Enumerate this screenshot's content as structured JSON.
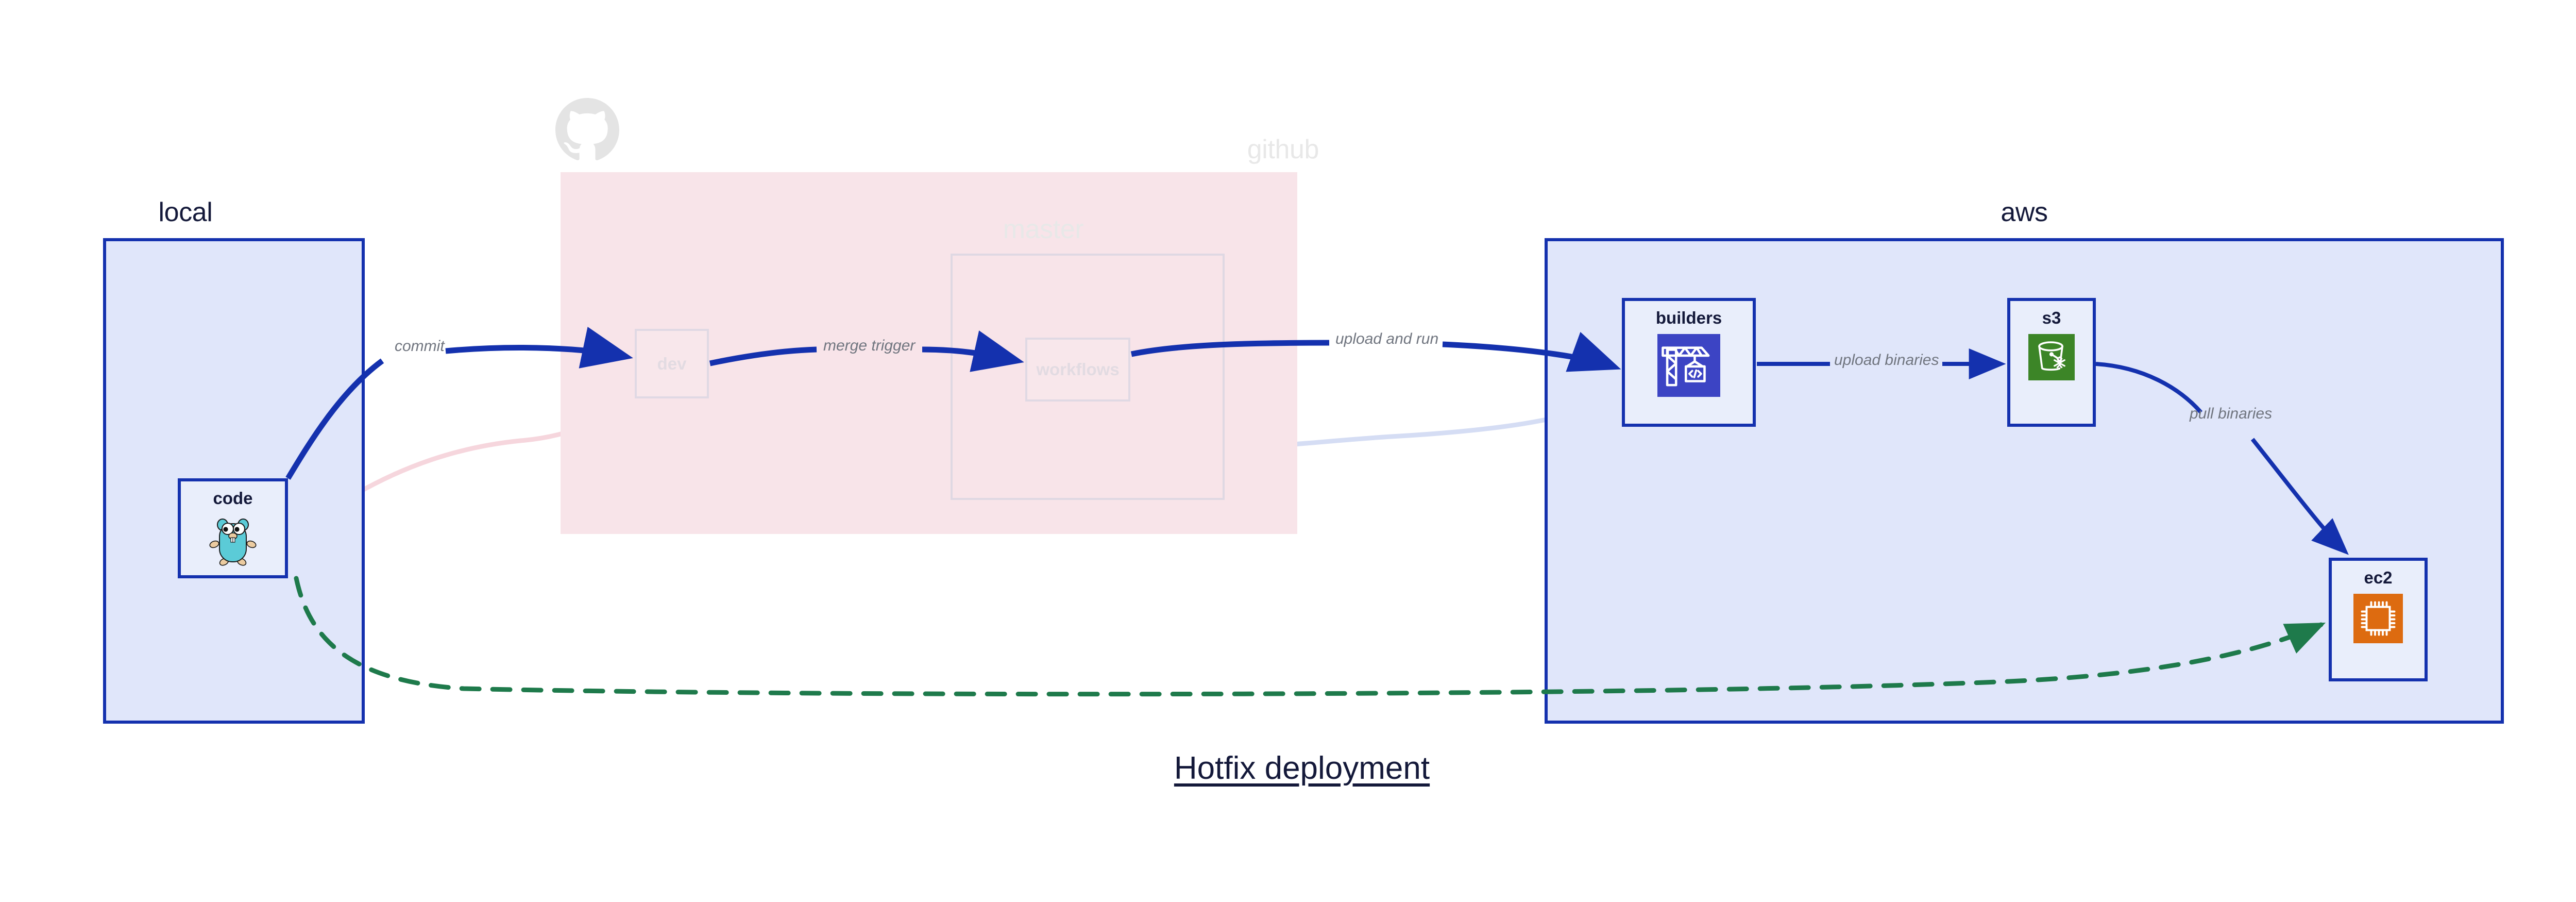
{
  "diagram": {
    "caption": "Hotfix deployment",
    "colors": {
      "group_border_blue": "#1431AE",
      "group_fill_blue": "#E0E6FA",
      "group_fill_pink": "#F8E4E9",
      "node_fill": "#E9EEFB",
      "edge_blue": "#1431AE",
      "edge_green": "#1E7A4B",
      "label_gray": "#70757F",
      "faded_text": "#E8E8E8",
      "builders_icon_bg": "#3C44C4",
      "s3_icon_bg": "#3C8527",
      "ec2_icon_bg": "#DD6B10",
      "gopher_body": "#5BCBD7"
    },
    "groups": [
      {
        "id": "local",
        "title": "local",
        "faded": false,
        "fill": "#E0E6FA"
      },
      {
        "id": "github",
        "title": "github",
        "faded": true,
        "fill": "#F8E4E9"
      },
      {
        "id": "master",
        "title": "master",
        "faded": true,
        "fill": "transparent"
      },
      {
        "id": "aws",
        "title": "aws",
        "faded": false,
        "fill": "#E0E6FA"
      }
    ],
    "nodes": [
      {
        "id": "code",
        "label": "code",
        "icon": "go-gopher-icon",
        "faded": false
      },
      {
        "id": "dev",
        "label": "dev",
        "icon": "none",
        "faded": true
      },
      {
        "id": "workflows",
        "label": "workflows",
        "icon": "none",
        "faded": true
      },
      {
        "id": "builders",
        "label": "builders",
        "icon": "crane-code-icon",
        "faded": false
      },
      {
        "id": "s3",
        "label": "s3",
        "icon": "s3-bucket-icon",
        "faded": false
      },
      {
        "id": "ec2",
        "label": "ec2",
        "icon": "cpu-chip-icon",
        "faded": false
      }
    ],
    "edges": [
      {
        "id": "commit",
        "label": "commit",
        "from": "code",
        "to": "dev",
        "style": "solid",
        "color": "#1431AE",
        "faded": false
      },
      {
        "id": "merge-trigger",
        "label": "merge trigger",
        "from": "dev",
        "to": "workflows",
        "style": "solid",
        "color": "#1431AE",
        "faded": false
      },
      {
        "id": "upload-and-run",
        "label": "upload and run",
        "from": "workflows",
        "to": "builders",
        "style": "solid",
        "color": "#1431AE",
        "faded": false
      },
      {
        "id": "upload-binaries",
        "label": "upload binaries",
        "from": "builders",
        "to": "s3",
        "style": "solid",
        "color": "#1431AE",
        "faded": false
      },
      {
        "id": "pull-binaries",
        "label": "pull binaries",
        "from": "s3",
        "to": "ec2",
        "style": "solid",
        "color": "#1431AE",
        "faded": false
      },
      {
        "id": "deploy-dashed",
        "label": "",
        "from": "code",
        "to": "ec2",
        "style": "dashed",
        "color": "#1E7A4B",
        "faded": false
      },
      {
        "id": "ghost-code-dev",
        "label": "",
        "from": "code",
        "to": "dev",
        "style": "solid",
        "color": "#F7DDE3",
        "faded": true
      },
      {
        "id": "ghost-dev-wf",
        "label": "",
        "from": "dev",
        "to": "workflows",
        "style": "solid",
        "color": "#E3E0EF",
        "faded": true
      },
      {
        "id": "ghost-wf-build",
        "label": "",
        "from": "workflows",
        "to": "builders",
        "style": "solid",
        "color": "#DFE5F6",
        "faded": true
      }
    ],
    "icons": {
      "github_logo": "github-octocat-icon"
    }
  }
}
